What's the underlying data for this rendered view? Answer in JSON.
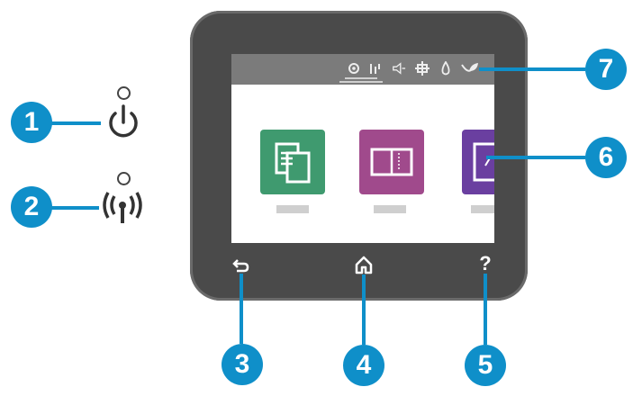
{
  "callouts": [
    "1",
    "2",
    "3",
    "4",
    "5",
    "6",
    "7"
  ],
  "buttons": {
    "help_symbol": "?"
  },
  "icons": {
    "power": "power-icon",
    "wireless": "wireless-icon",
    "back": "back-icon",
    "home": "home-icon",
    "help": "help-icon",
    "settings": "gear-icon",
    "signal": "signal-icon",
    "sound": "speaker-icon",
    "network": "network-icon",
    "ink": "ink-drop-icon",
    "eco": "leaf-icon"
  },
  "apps": [
    {
      "name": "copy-app",
      "color": "#3f9a6f"
    },
    {
      "name": "scan-app",
      "color": "#a04a8c"
    },
    {
      "name": "shortcuts-app",
      "color": "#6a3fa0"
    }
  ],
  "colors": {
    "accent": "#0f8fc9",
    "device": "#4a4a4a",
    "statusbar": "#7b7b7b"
  }
}
